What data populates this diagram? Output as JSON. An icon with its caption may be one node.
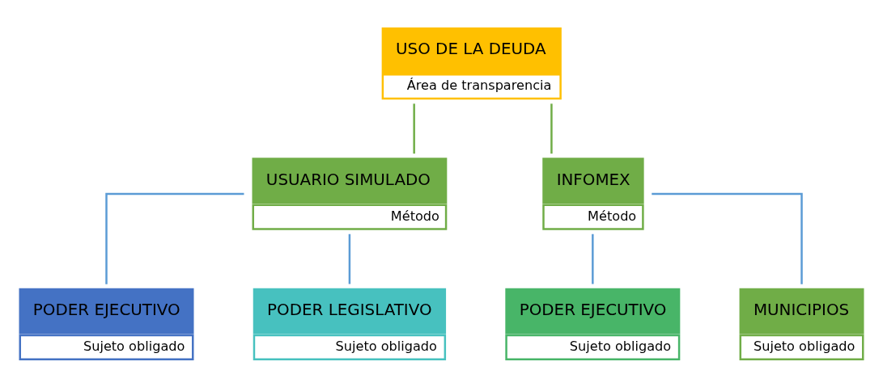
{
  "diagram": {
    "nodes": [
      {
        "text": [
          "USO DE LA DEUDA",
          "Área de transparencia"
        ]
      },
      {
        "text": [
          "USUARIO SIMULADO",
          "Método"
        ]
      },
      {
        "text": [
          "INFOMEX",
          "Método"
        ]
      },
      {
        "text": [
          "PODER EJECUTIVO",
          "Sujeto obligado"
        ]
      },
      {
        "text": [
          "PODER LEGISLATIVO",
          "Sujeto obligado"
        ]
      },
      {
        "text": [
          "PODER EJECUTIVO",
          "Sujeto obligado"
        ]
      },
      {
        "text": [
          "MUNICIPIOS",
          "Sujeto obligado"
        ]
      }
    ],
    "edges": [
      {
        "from": 0,
        "to": 1,
        "arrow": "none",
        "color": "#70ad47"
      },
      {
        "from": 0,
        "to": 2,
        "arrow": "none",
        "color": "#70ad47"
      },
      {
        "from": 1,
        "to": 3,
        "arrow": "none"
      },
      {
        "from": 1,
        "to": 4,
        "arrow": "none"
      },
      {
        "from": 2,
        "to": 5,
        "arrow": "none"
      },
      {
        "from": 2,
        "to": 6,
        "arrow": "none"
      }
    ]
  }
}
